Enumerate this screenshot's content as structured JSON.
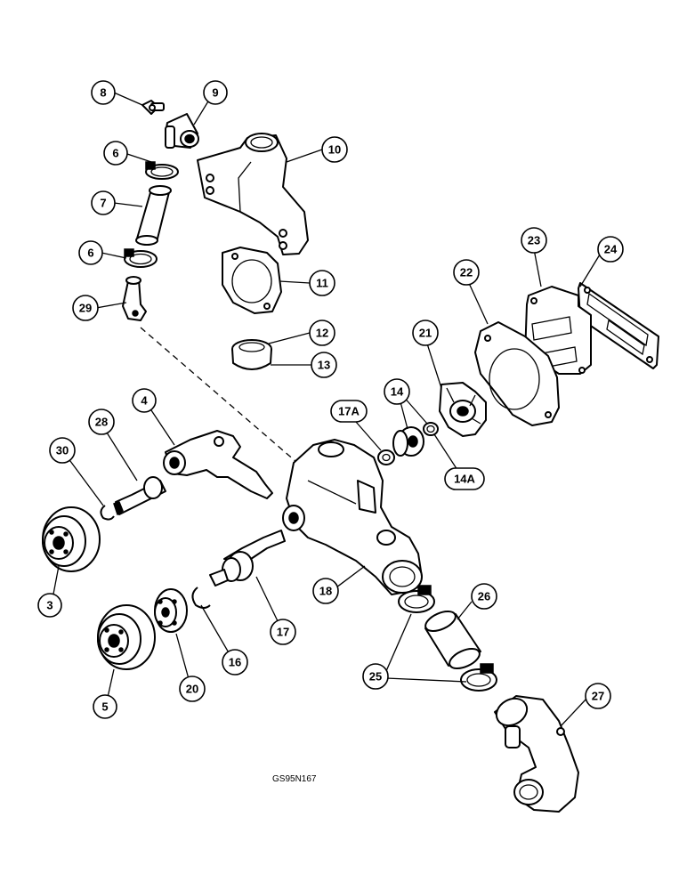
{
  "figure_code": "GS95N167",
  "callouts": [
    {
      "id": "c8",
      "label": "8"
    },
    {
      "id": "c9",
      "label": "9"
    },
    {
      "id": "c6a",
      "label": "6"
    },
    {
      "id": "c10",
      "label": "10"
    },
    {
      "id": "c7",
      "label": "7"
    },
    {
      "id": "c6b",
      "label": "6"
    },
    {
      "id": "c23",
      "label": "23"
    },
    {
      "id": "c24",
      "label": "24"
    },
    {
      "id": "c11",
      "label": "11"
    },
    {
      "id": "c22",
      "label": "22"
    },
    {
      "id": "c29",
      "label": "29"
    },
    {
      "id": "c12",
      "label": "12"
    },
    {
      "id": "c21",
      "label": "21"
    },
    {
      "id": "c13",
      "label": "13"
    },
    {
      "id": "c4",
      "label": "4"
    },
    {
      "id": "c14",
      "label": "14"
    },
    {
      "id": "c17a",
      "label": "17A"
    },
    {
      "id": "c28",
      "label": "28"
    },
    {
      "id": "c30",
      "label": "30"
    },
    {
      "id": "c14a",
      "label": "14A"
    },
    {
      "id": "c3",
      "label": "3"
    },
    {
      "id": "c26",
      "label": "26"
    },
    {
      "id": "c18",
      "label": "18"
    },
    {
      "id": "c17",
      "label": "17"
    },
    {
      "id": "c16",
      "label": "16"
    },
    {
      "id": "c25",
      "label": "25"
    },
    {
      "id": "c20",
      "label": "20"
    },
    {
      "id": "c27",
      "label": "27"
    },
    {
      "id": "c5",
      "label": "5"
    }
  ]
}
